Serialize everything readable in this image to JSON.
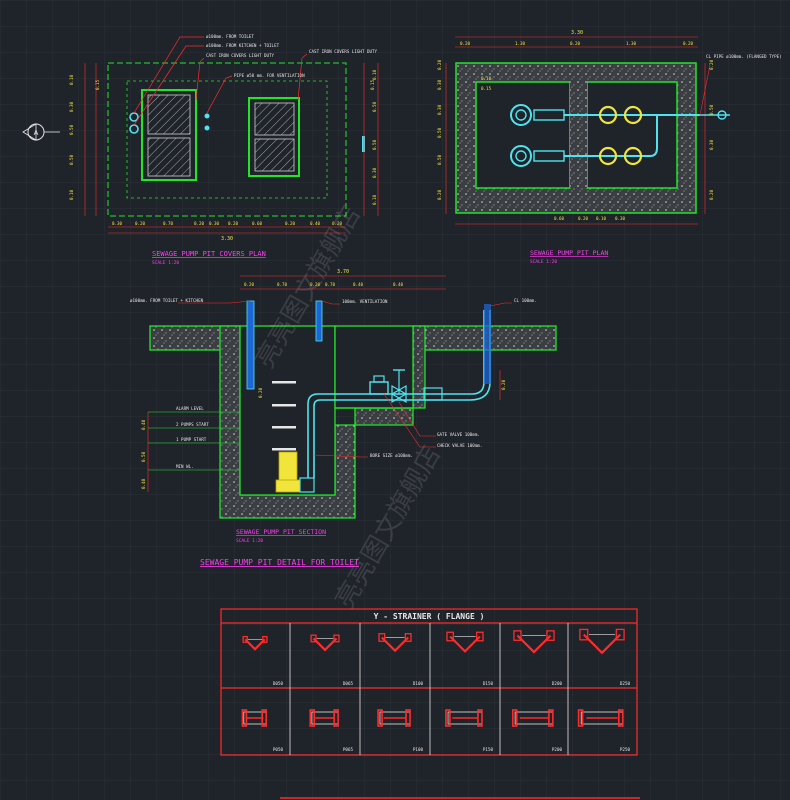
{
  "covers_plan": {
    "notes": [
      "ø100mm. FROM TOILET",
      "ø100mm. FROM KITCHEN + TOILET",
      "CAST IRON COVERS LIGHT DUTY",
      "CAST IRON COVERS LIGHT DUTY",
      "PIPE ø50 mm. FOR VENTILATION"
    ],
    "top_dims": [
      "0.15",
      "0.15"
    ],
    "left_dims": [
      "0.10",
      "0.30",
      "0.50",
      "0.50",
      "0.10"
    ],
    "right_dims": [
      "0.10",
      "0.50",
      "0.50",
      "0.30",
      "0.10"
    ],
    "bottom_dims": [
      "0.30",
      "0.20",
      "0.70",
      "0.20",
      "0.30",
      "0.20",
      "0.60",
      "0.20",
      "0.40",
      "0.20"
    ],
    "total": "3.30",
    "section_marker": "A",
    "title": "SEWAGE PUMP PIT COVERS PLAN",
    "scale": "SCALE 1:20"
  },
  "pit_plan": {
    "total": "3.30",
    "top_dims": [
      "0.20",
      "1.30",
      "0.20",
      "1.30",
      "0.20"
    ],
    "left_dims": [
      "0.20",
      "0.30",
      "0.30",
      "0.50",
      "0.50",
      "0.20"
    ],
    "right_dims": [
      "0.20",
      "0.50",
      "0.30",
      "0.20"
    ],
    "bottom_dims": [
      "0.60",
      "0.20",
      "0.10",
      "0.30"
    ],
    "inner_dims": [
      "0.10",
      "0.15"
    ],
    "note": "CL PIPE ø100mm. (FLANGED TYPE)",
    "title": "SEWAGE PUMP PIT PLAN",
    "scale": "SCALE 1:20"
  },
  "section": {
    "total": "3.70",
    "top_dims": [
      "0.20",
      "0.70",
      "0.20",
      "0.70",
      "0.40",
      "0.40"
    ],
    "notes": [
      "ø100mm. FROM TOILET + KITCHEN",
      "100mm. VENTILATION",
      "CL 100mm.",
      "GATE VALVE 100mm.",
      "CHECK VALVE 100mm.",
      "BORE SIZE ø100mm."
    ],
    "levels": [
      "ALARM LEVEL",
      "2 PUMPS START",
      "1 PUMP START",
      "MIN WL."
    ],
    "dims": [
      "0.40",
      "0.50",
      "0.40",
      "0.20",
      "0.20"
    ],
    "title": "SEWAGE PUMP PIT SECTION",
    "scale": "SCALE 1:20"
  },
  "detail_title": "SEWAGE PUMP PIT DETAIL FOR TOILET",
  "strainer_table": {
    "title": "Y - STRAINER ( FLANGE )",
    "row1_codes": [
      "D050",
      "D065",
      "D100",
      "D150",
      "D200",
      "D250"
    ],
    "row2_codes": [
      "P050",
      "P065",
      "P100",
      "P150",
      "P200",
      "P250"
    ]
  },
  "watermark": "亮亮图文旗舰店",
  "colors": {
    "background": "#1f232a",
    "grid": "#2a2f37",
    "green": "#22e52a",
    "cyan": "#4fe3ef",
    "yellow": "#f1e53c",
    "red": "#ff2b2b",
    "magenta": "#ff3cf2",
    "white": "#e6e6e6"
  }
}
